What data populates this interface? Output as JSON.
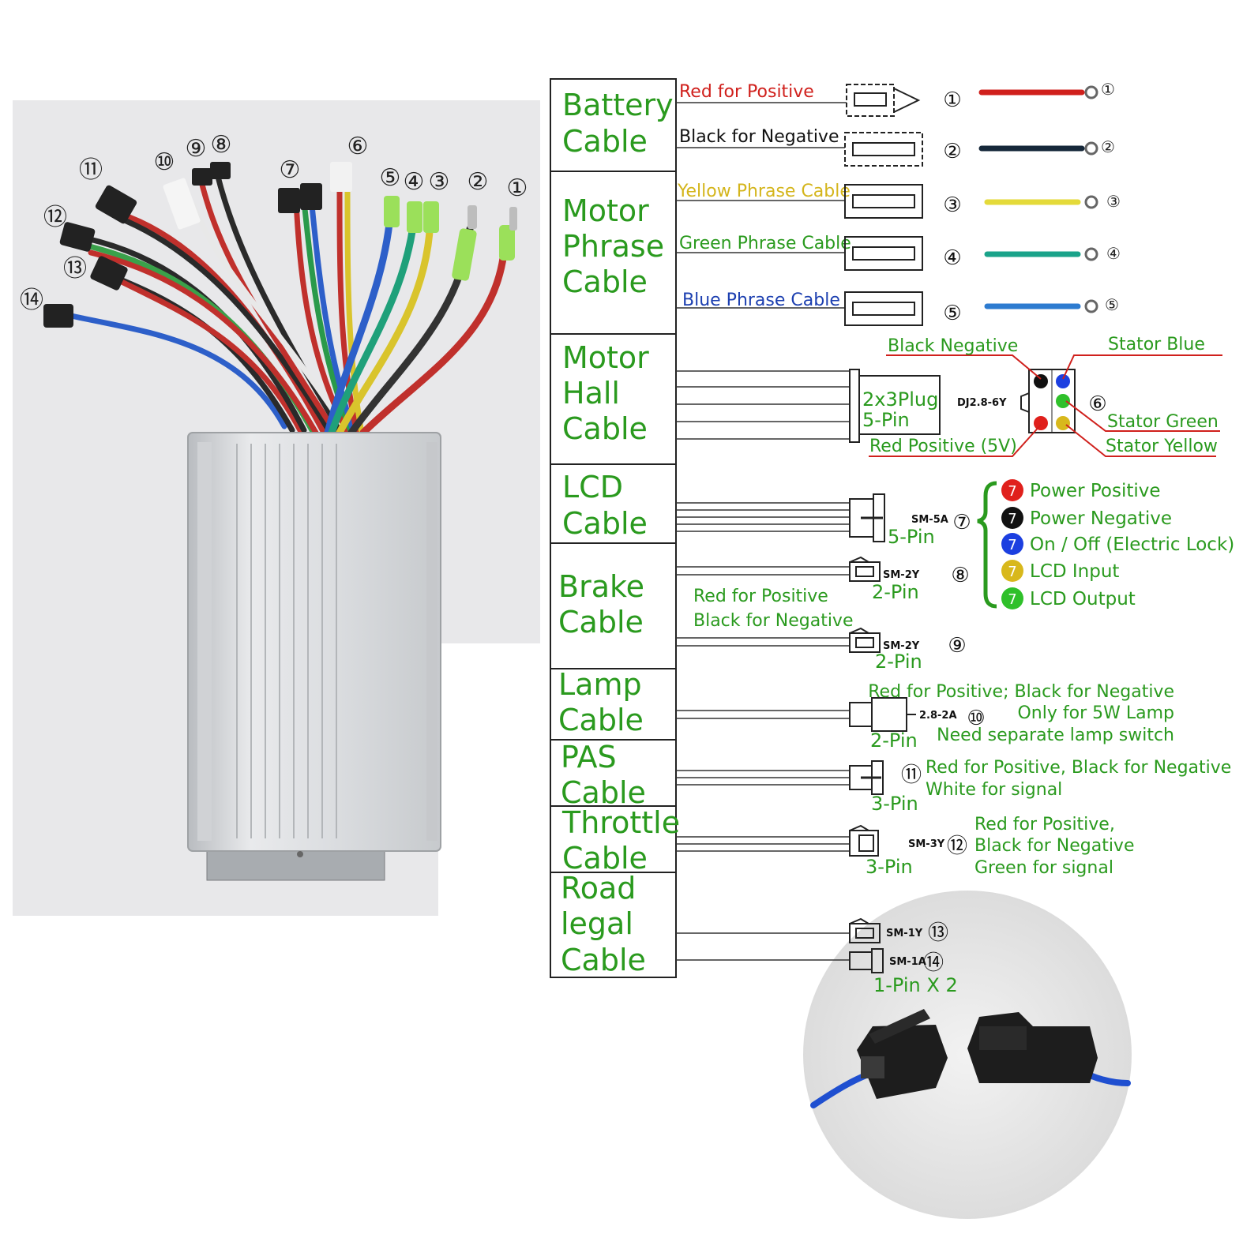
{
  "colors": {
    "green": "#2a9a1e",
    "red": "#d0201c",
    "yellow": "#d4b51c",
    "blue": "#1c3fb0",
    "black": "#111111"
  },
  "categories": {
    "battery": [
      "Battery",
      "Cable"
    ],
    "phase": [
      "Motor",
      "Phrase",
      "Cable"
    ],
    "hall": [
      "Motor",
      "Hall",
      "Cable"
    ],
    "lcd": [
      "LCD",
      "Cable"
    ],
    "brake": [
      "Brake",
      "Cable"
    ],
    "lamp": [
      "Lamp",
      "Cable"
    ],
    "pas": [
      "PAS",
      "Cable"
    ],
    "throttle": [
      "Throttle",
      "Cable"
    ],
    "road": [
      "Road",
      "legal",
      "Cable"
    ]
  },
  "labels": {
    "red_positive": "Red for Positive",
    "black_negative": "Black for Negative",
    "yellow_phase": "Yellow Phrase Cable",
    "green_phase": "Green Phrase Cable",
    "blue_phase": "Blue Phrase Cable",
    "hall_black": "Black Negative",
    "hall_stator_blue": "Stator Blue",
    "hall_stator_green": "Stator Green",
    "hall_stator_yellow": "Stator Yellow",
    "hall_red": "Red Positive (5V)",
    "hall_plug_1": "2x3Plug",
    "hall_plug_2": "5-Pin",
    "hall_part": "DJ2.8-6Y",
    "lcd_pins": "5-Pin",
    "lcd_part": "SM-5A",
    "lcd_items": [
      "Power Positive",
      "Power Negative",
      "On / Off (Electric Lock)",
      "LCD Input",
      "LCD Output"
    ],
    "lcd_badge": "7",
    "brake_red": "Red for Positive",
    "brake_black": "Black for Negative",
    "brake_part": "SM-2Y",
    "brake_pins": "2-Pin",
    "lamp_note": [
      "Red for Positive; Black for Negative",
      "Only for 5W Lamp",
      "Need separate lamp switch"
    ],
    "lamp_part": "2.8-2A",
    "lamp_pins": "2-Pin",
    "pas_note": [
      "Red for Positive, Black for Negative",
      "White for signal"
    ],
    "pas_pins": "3-Pin",
    "throttle_note": [
      "Red for Positive,",
      "Black for Negative",
      "Green for signal"
    ],
    "throttle_part": "SM-3Y",
    "throttle_pins": "3-Pin",
    "road_part_13": "SM-1Y",
    "road_part_14": "SM-1A",
    "road_pins": "1-Pin X 2"
  },
  "numbers": [
    "①",
    "②",
    "③",
    "④",
    "⑤",
    "⑥",
    "⑦",
    "⑧",
    "⑨",
    "⑩",
    "⑪",
    "⑫",
    "⑬",
    "⑭"
  ]
}
